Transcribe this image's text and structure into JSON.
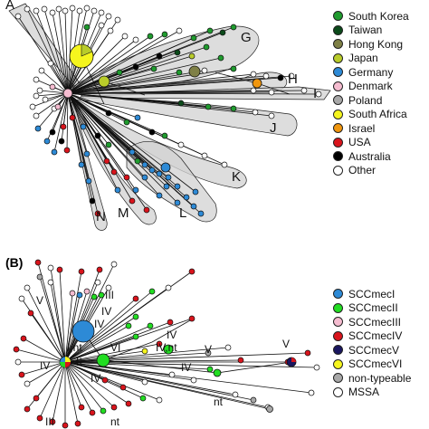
{
  "panel_a": {
    "legend": [
      {
        "label": "South Korea",
        "color": "#1f9b2e"
      },
      {
        "label": "Taiwan",
        "color": "#0b4a1a"
      },
      {
        "label": "Hong Kong",
        "color": "#7f8046"
      },
      {
        "label": "Japan",
        "color": "#b9cc2a"
      },
      {
        "label": "Germany",
        "color": "#2d8ad6"
      },
      {
        "label": "Denmark",
        "color": "#f5bcd0"
      },
      {
        "label": "Poland",
        "color": "#a8a8a8"
      },
      {
        "label": "South Africa",
        "color": "#f5f51e"
      },
      {
        "label": "Israel",
        "color": "#f0960e"
      },
      {
        "label": "USA",
        "color": "#d9141c"
      },
      {
        "label": "Australia",
        "color": "#000000"
      },
      {
        "label": "Other",
        "color": "#ffffff"
      }
    ],
    "cluster_labels": [
      "A",
      "G",
      "H",
      "I",
      "J",
      "K",
      "L",
      "M",
      "N"
    ]
  },
  "panel_b": {
    "label": "(B)",
    "legend": [
      {
        "label": "SCCmecI",
        "color": "#2d8ad6"
      },
      {
        "label": "SCCmecII",
        "color": "#22dd22"
      },
      {
        "label": "SCCmecIII",
        "color": "#f5bcd0"
      },
      {
        "label": "SCCmecIV",
        "color": "#d9141c"
      },
      {
        "label": "SCCmecV",
        "color": "#1a1660"
      },
      {
        "label": "SCCmecVI",
        "color": "#f5f51e"
      },
      {
        "label": "non-typeable",
        "color": "#a8a8a8"
      },
      {
        "label": "MSSA",
        "color": "#ffffff"
      }
    ],
    "node_labels": [
      "III",
      "IV",
      "IV",
      "V",
      "I,nt",
      "VI",
      "IV,nt",
      "IV",
      "V",
      "V",
      "IV",
      "II",
      "IV",
      "IV",
      "nt",
      "nt",
      "III"
    ]
  }
}
